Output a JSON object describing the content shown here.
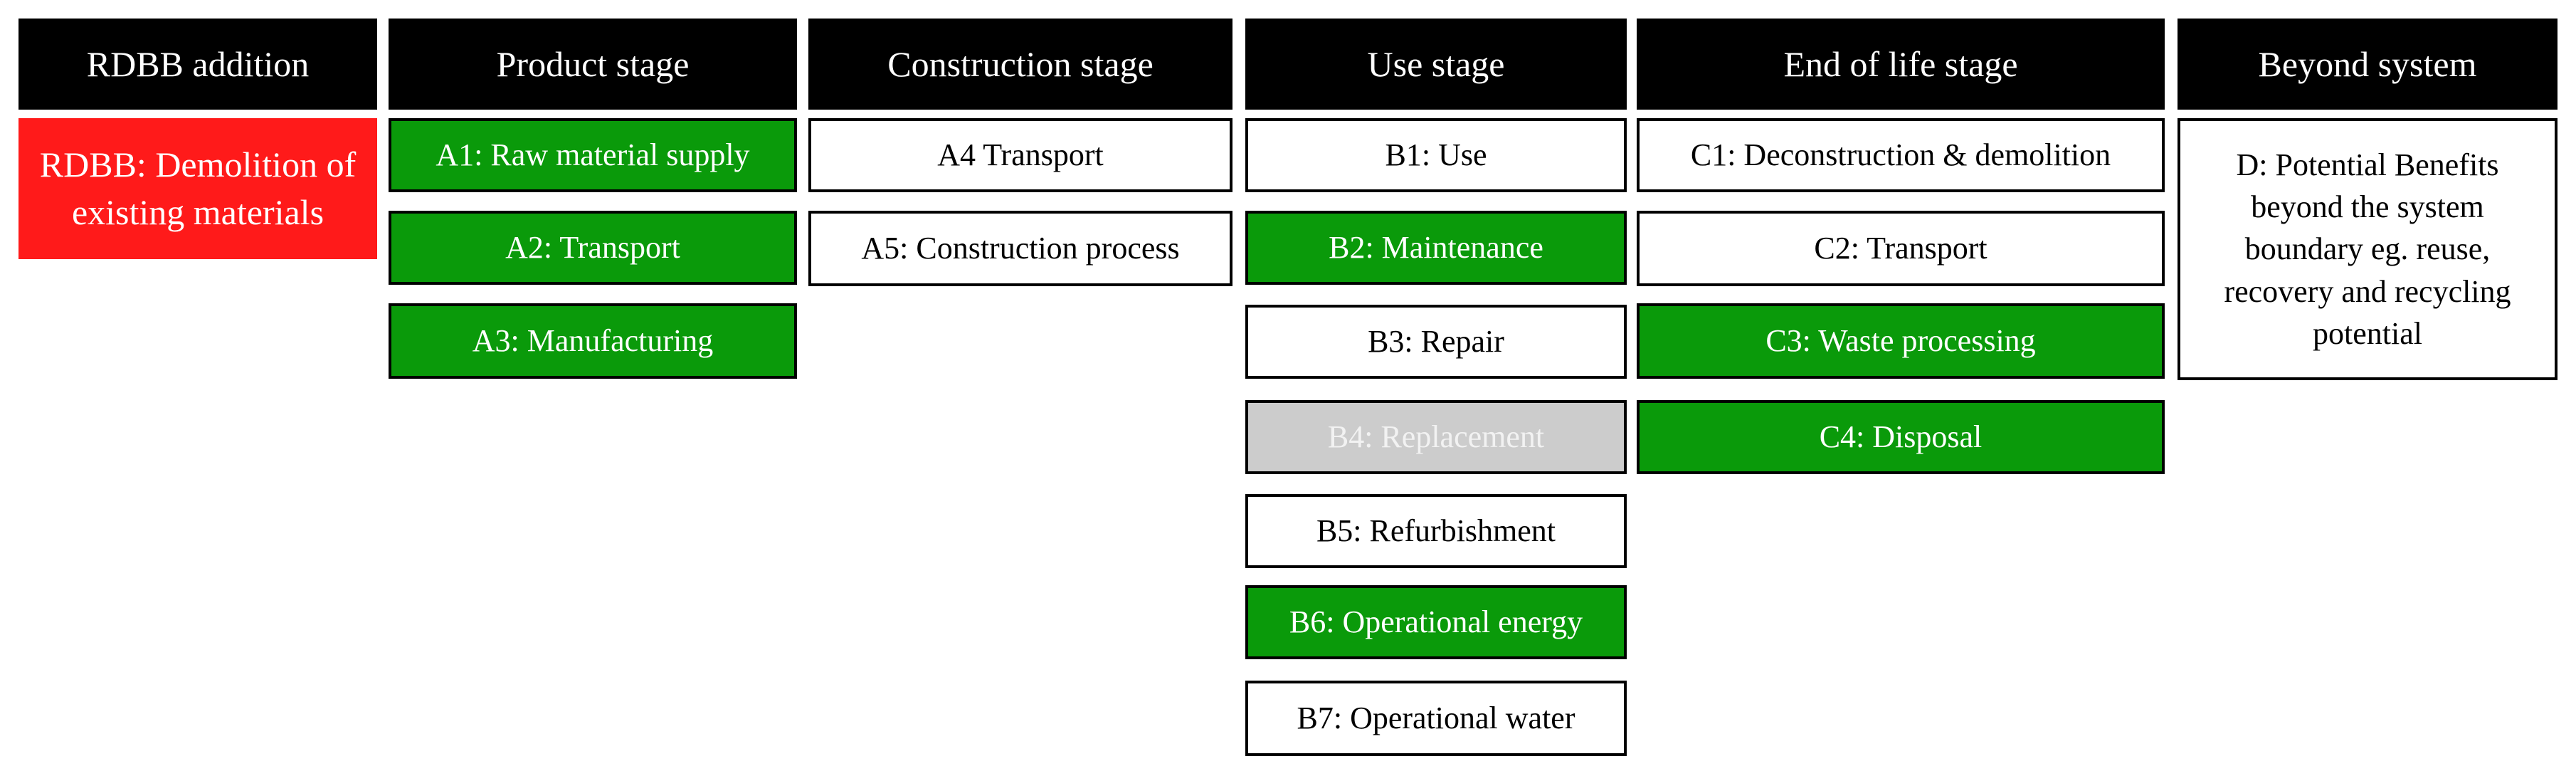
{
  "colors": {
    "header_bg": "#000000",
    "header_text": "#ffffff",
    "included_green": "#0a9a0a",
    "excluded_white": "#ffffff",
    "replacement_grey": "#cccccc",
    "rdbb_red": "#ff1a1a"
  },
  "columns": [
    {
      "header": "RDBB addition",
      "boxes": [
        {
          "label": "RDBB: Demolition of existing materials",
          "status": "red"
        }
      ]
    },
    {
      "header": "Product stage",
      "boxes": [
        {
          "label": "A1: Raw material supply",
          "status": "green"
        },
        {
          "label": "A2: Transport",
          "status": "green"
        },
        {
          "label": "A3: Manufacturing",
          "status": "green"
        }
      ]
    },
    {
      "header": "Construction stage",
      "boxes": [
        {
          "label": "A4 Transport",
          "status": "white"
        },
        {
          "label": "A5: Construction process",
          "status": "white"
        }
      ]
    },
    {
      "header": "Use stage",
      "boxes": [
        {
          "label": "B1: Use",
          "status": "white"
        },
        {
          "label": "B2: Maintenance",
          "status": "green"
        },
        {
          "label": "B3: Repair",
          "status": "white"
        },
        {
          "label": "B4: Replacement",
          "status": "grey"
        },
        {
          "label": "B5: Refurbishment",
          "status": "white"
        },
        {
          "label": "B6: Operational energy",
          "status": "green"
        },
        {
          "label": "B7: Operational water",
          "status": "white"
        }
      ]
    },
    {
      "header": "End of life stage",
      "boxes": [
        {
          "label": "C1: Deconstruction & demolition",
          "status": "white"
        },
        {
          "label": "C2: Transport",
          "status": "white"
        },
        {
          "label": "C3: Waste processing",
          "status": "green"
        },
        {
          "label": "C4: Disposal",
          "status": "green"
        }
      ]
    },
    {
      "header": "Beyond system",
      "boxes": [
        {
          "label": "D: Potential Benefits beyond the system boundary eg. reuse, recovery and recycling potential",
          "status": "white"
        }
      ]
    }
  ]
}
